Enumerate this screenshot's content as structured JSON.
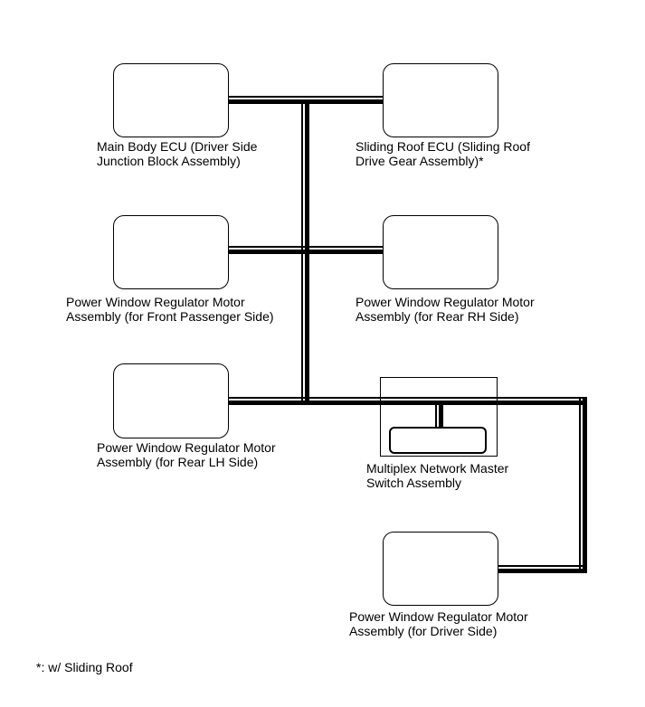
{
  "diagram": {
    "type": "wiring-network-diagram",
    "colors": {
      "line": "#000000",
      "text": "#000000",
      "background": "#ffffff"
    },
    "bus_style": "double-line",
    "nodes": [
      {
        "id": "main-body-ecu",
        "line1": "Main Body ECU (Driver Side",
        "line2": "Junction Block Assembly)"
      },
      {
        "id": "sliding-roof-ecu",
        "line1": "Sliding Roof ECU (Sliding Roof",
        "line2": "Drive Gear Assembly)*"
      },
      {
        "id": "pw-front-passenger",
        "line1": "Power Window Regulator Motor",
        "line2": "Assembly (for Front Passenger Side)"
      },
      {
        "id": "pw-rear-rh",
        "line1": "Power Window Regulator Motor",
        "line2": "Assembly (for Rear RH Side)"
      },
      {
        "id": "pw-rear-lh",
        "line1": "Power Window Regulator Motor",
        "line2": "Assembly (for Rear LH Side)"
      },
      {
        "id": "multiplex-master-switch",
        "line1": "Multiplex Network Master",
        "line2": "Switch Assembly"
      },
      {
        "id": "pw-driver",
        "line1": "Power Window Regulator Motor",
        "line2": "Assembly (for Driver Side)"
      }
    ],
    "connections": [
      "main-body-ecu — sliding-roof-ecu (row 1 bus)",
      "pw-front-passenger — pw-rear-rh (row 2 bus)",
      "pw-rear-lh — multiplex-master-switch — right riser (row 3 bus)",
      "center vertical trunk joins rows 1, 2, 3",
      "right riser — pw-driver"
    ],
    "footnote": "*: w/ Sliding Roof"
  }
}
